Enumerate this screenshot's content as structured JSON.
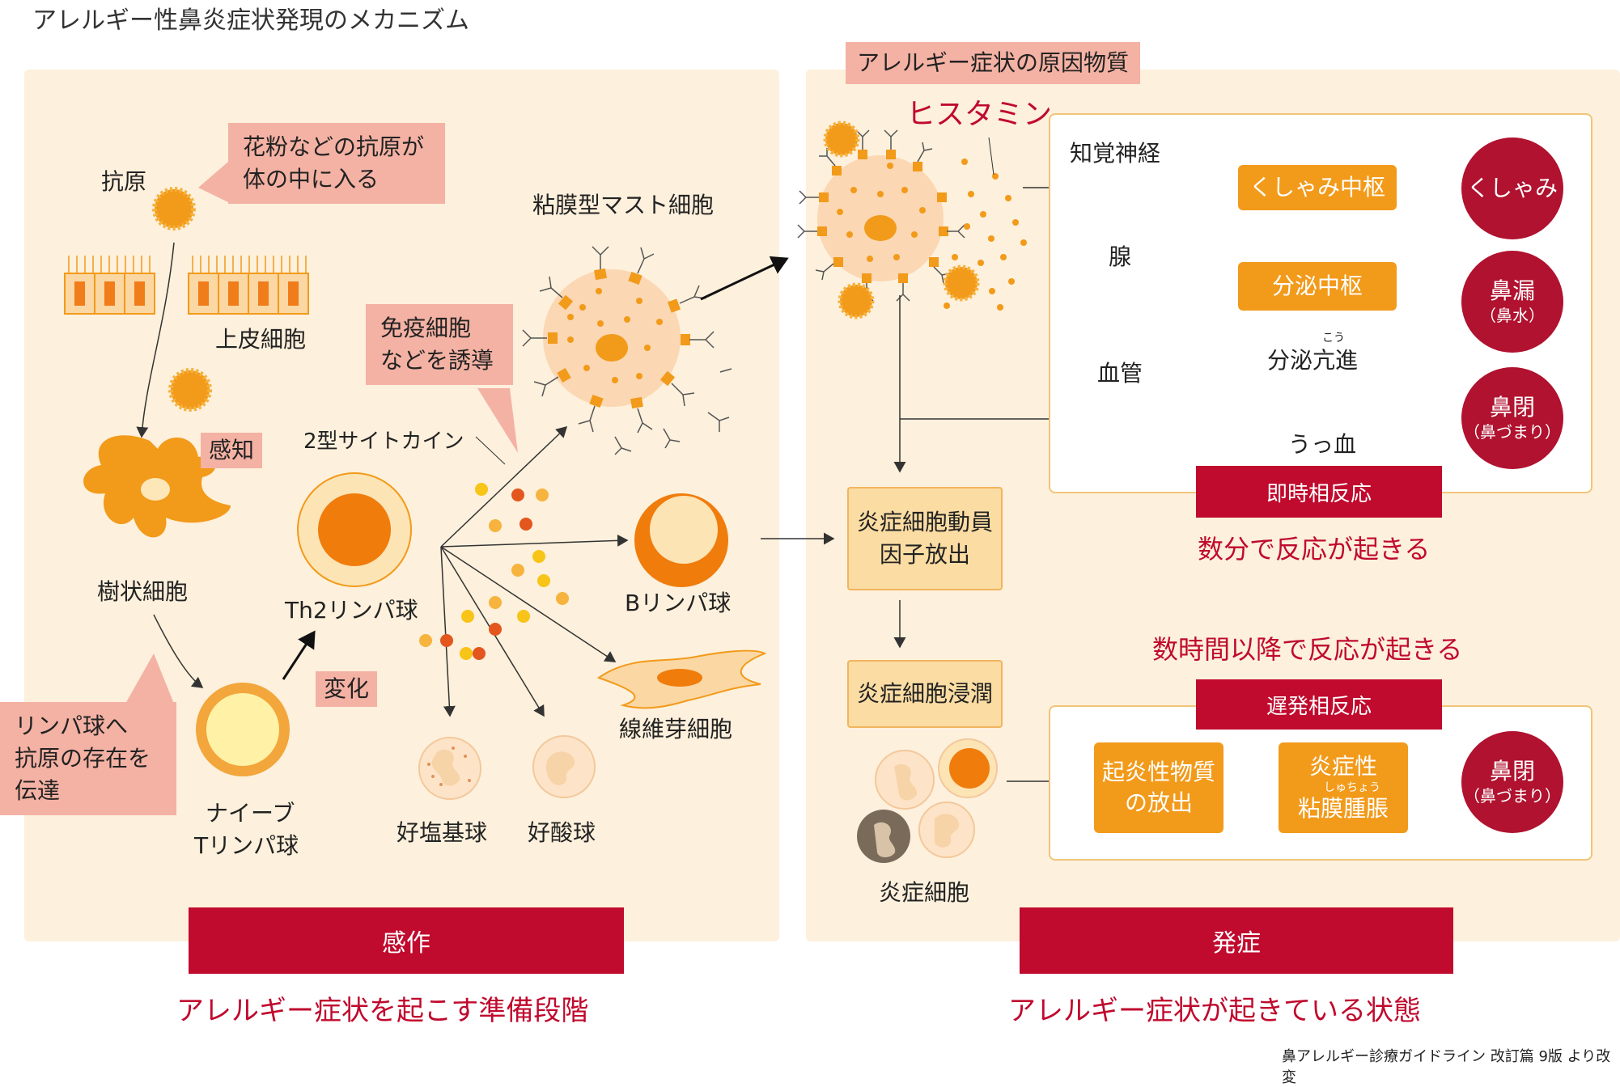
{
  "title": "アレルギー性鼻炎症状発現のメカニズム",
  "left": {
    "antigen_label": "抗原",
    "antigen_callout": [
      "花粉などの抗原が",
      "体の中に入る"
    ],
    "epithelial_label": "上皮細胞",
    "sensing_label": "感知",
    "dendritic_label": "樹状細胞",
    "lymph_callout": [
      "リンパ球へ",
      "抗原の存在を",
      "伝達"
    ],
    "naive_label": [
      "ナイーブ",
      "Tリンパ球"
    ],
    "change_label": "変化",
    "th2_label": "Th2リンパ球",
    "cytokine_label": "2型サイトカイン",
    "immune_callout": [
      "免疫細胞",
      "などを誘導"
    ],
    "mast_label": "粘膜型マスト細胞",
    "b_label": "Bリンパ球",
    "fibro_label": "線維芽細胞",
    "baso_label": "好塩基球",
    "eos_label": "好酸球",
    "phase_bar": "感作",
    "phase_caption": "アレルギー症状を起こす準備段階"
  },
  "right": {
    "cause_header": "アレルギー症状の原因物質",
    "histamine": "ヒスタミン",
    "sensory_nerve": "知覚神経",
    "gland": "腺",
    "vessel": "血管",
    "sneeze_center": "くしゃみ中枢",
    "secretion_center": "分泌中枢",
    "secretion_up": "分泌亢進",
    "secretion_up_ruby": "こう",
    "congestion": "うっ血",
    "sneeze": "くしゃみ",
    "rhinorrhea": "鼻漏",
    "rhinorrhea_sub": "（鼻水）",
    "blockage": "鼻閉",
    "blockage_sub": "（鼻づまり）",
    "immediate_bar": "即時相反応",
    "immediate_caption": "数分で反応が起きる",
    "mobilize_box": [
      "炎症細胞動員",
      "因子放出"
    ],
    "infiltrate_box": "炎症細胞浸潤",
    "late_caption": "数時間以降で反応が起きる",
    "late_bar": "遅発相反応",
    "inflam_release": [
      "起炎性物質",
      "の放出"
    ],
    "mucosa_swelling_top": "炎症性",
    "mucosa_swelling_ruby": "しゅちょう",
    "mucosa_swelling_bottom": "粘膜腫脹",
    "blockage2": "鼻閉",
    "blockage2_sub": "（鼻づまり）",
    "inflam_cells": "炎症細胞",
    "phase_bar": "発症",
    "phase_caption": "アレルギー症状が起きている状態"
  },
  "source": "鼻アレルギー診療ガイドライン 改訂篇 9版 より改変",
  "colors": {
    "red": "#c00a2e",
    "orange": "#f29a1a",
    "panel": "#fdf0dc",
    "pink": "#f4b2a4"
  }
}
